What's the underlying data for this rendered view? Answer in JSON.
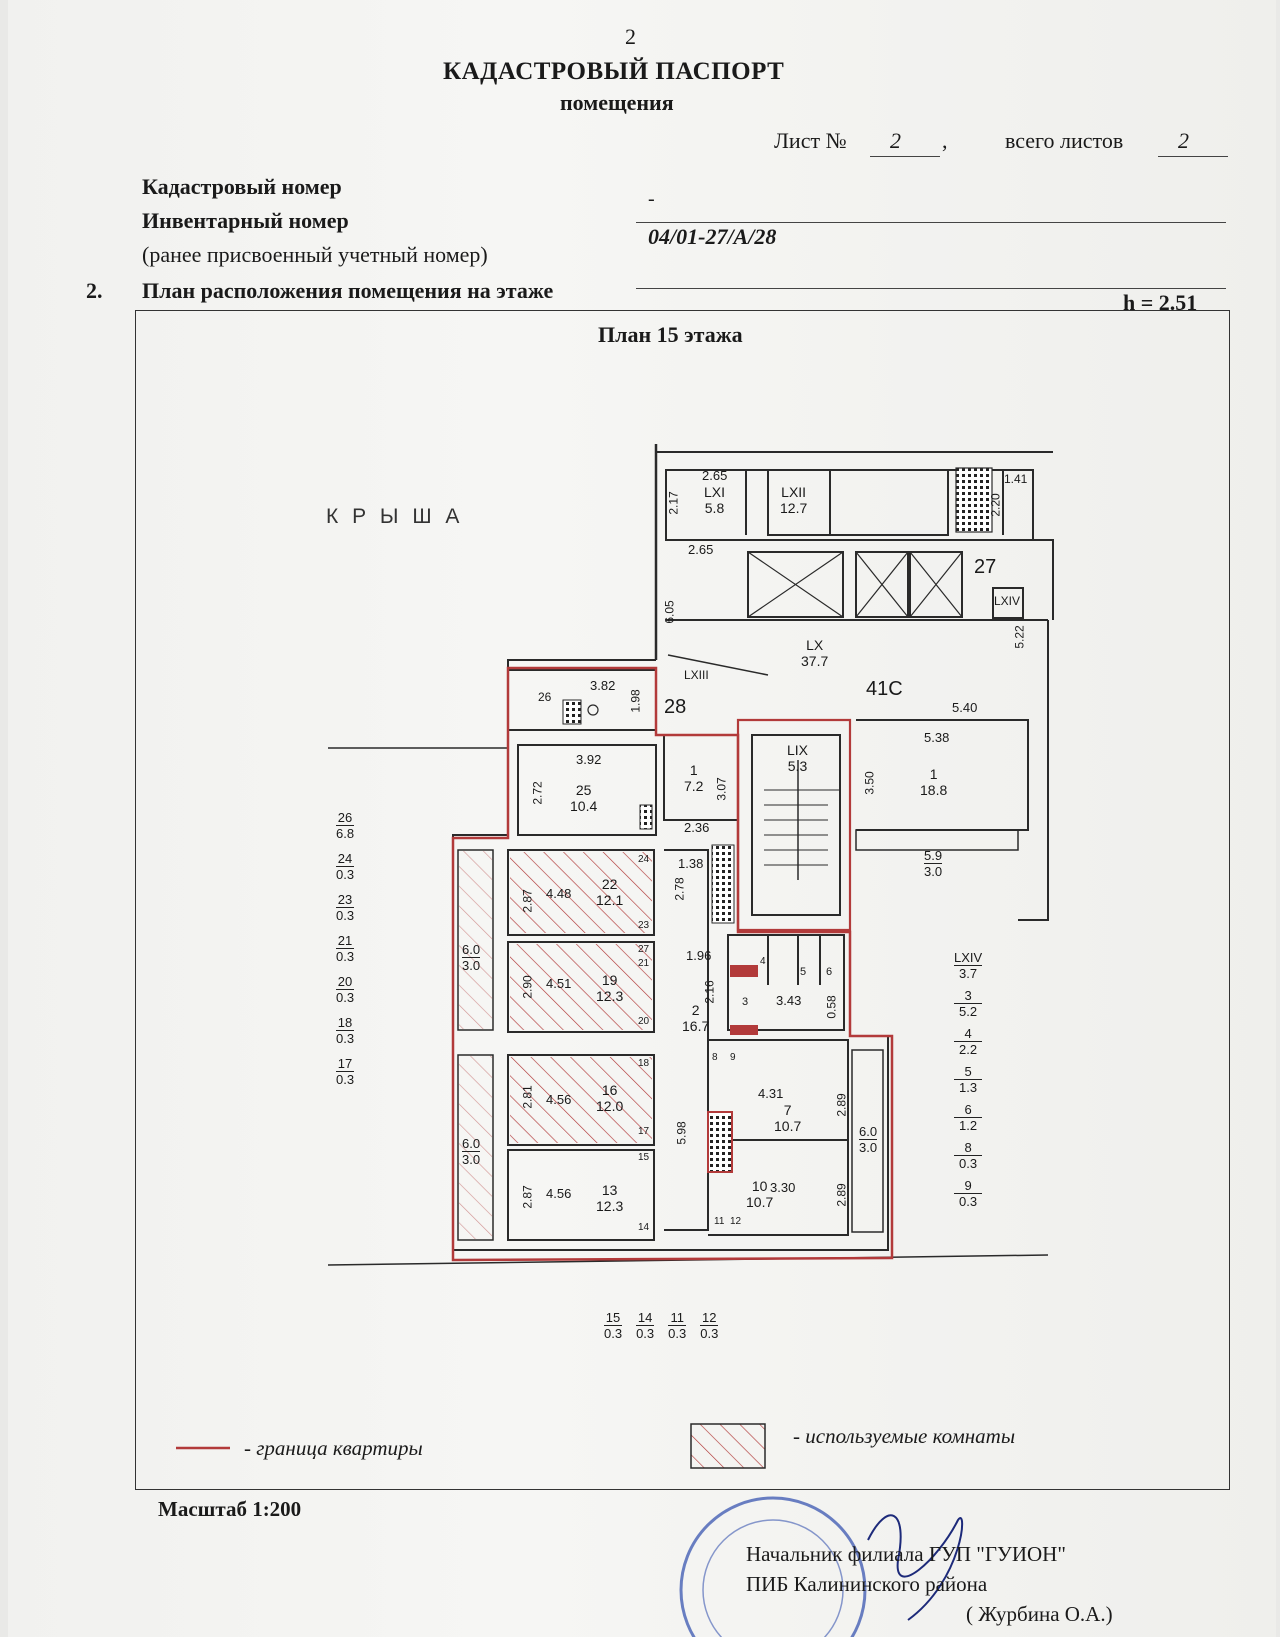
{
  "header": {
    "page_num": "2",
    "title": "КАДАСТРОВЫЙ ПАСПОРТ",
    "subtitle": "помещения",
    "sheet_label": "Лист №",
    "sheet_num": "2",
    "sheet_sep": ",",
    "total_label": "всего листов",
    "total_num": "2"
  },
  "fields": {
    "cadastral_label": "Кадастровый номер",
    "cadastral_value": "-",
    "inventory_label": "Инвентарный номер",
    "inventory_value": "04/01-27/А/28",
    "prev_label": "(ранее присвоенный учетный номер)"
  },
  "section": {
    "num": "2.",
    "label": "План расположения помещения на этаже",
    "height": "h = 2.51"
  },
  "plan": {
    "title": "План 15 этажа",
    "roof": "К Р Ы Ш А",
    "rooms": [
      {
        "id": "r-lxi",
        "label": "LXI",
        "area": "5.8"
      },
      {
        "id": "r-lxii",
        "label": "LXII",
        "area": "12.7"
      },
      {
        "id": "r-lx",
        "label": "LX",
        "area": "37.7"
      },
      {
        "id": "r-lix",
        "label": "LIX",
        "area": "5.3"
      },
      {
        "id": "r-1r",
        "label": "1",
        "area": "18.8"
      },
      {
        "id": "r-1",
        "label": "1",
        "area": "7.2"
      },
      {
        "id": "r-25",
        "label": "25",
        "area": "10.4"
      },
      {
        "id": "r-22",
        "label": "22",
        "area": "12.1"
      },
      {
        "id": "r-19",
        "label": "19",
        "area": "12.3"
      },
      {
        "id": "r-16",
        "label": "16",
        "area": "12.0"
      },
      {
        "id": "r-13",
        "label": "13",
        "area": "12.3"
      },
      {
        "id": "r-2",
        "label": "2",
        "area": "16.7"
      },
      {
        "id": "r-7",
        "label": "7",
        "area": "10.7"
      },
      {
        "id": "r-10",
        "label": "10",
        "area": "10.7"
      }
    ],
    "dims": [
      "2.65",
      "2.17",
      "1.41",
      "2.20",
      "2.65",
      "6.05",
      "3.82",
      "1.98",
      "3.92",
      "2.72",
      "3.07",
      "2.36",
      "5.40",
      "5.38",
      "3.50",
      "5.22",
      "1.38",
      "2.78",
      "2.87",
      "4.48",
      "2.90",
      "4.51",
      "2.81",
      "4.56",
      "2.87",
      "4.56",
      "1.96",
      "2.16",
      "3.43",
      "0.58",
      "5.98",
      "4.31",
      "2.89",
      "2.89",
      "3.30"
    ],
    "marks": [
      "27",
      "28",
      "41С",
      "LXIII",
      "LXIV",
      "26"
    ],
    "left_list": [
      {
        "n": "26",
        "v": "6.8"
      },
      {
        "n": "24",
        "v": "0.3"
      },
      {
        "n": "23",
        "v": "0.3"
      },
      {
        "n": "21",
        "v": "0.3"
      },
      {
        "n": "20",
        "v": "0.3"
      },
      {
        "n": "18",
        "v": "0.3"
      },
      {
        "n": "17",
        "v": "0.3"
      }
    ],
    "right_list": [
      {
        "n": "LXIV",
        "v": "3.7"
      },
      {
        "n": "3",
        "v": "5.2"
      },
      {
        "n": "4",
        "v": "2.2"
      },
      {
        "n": "5",
        "v": "1.3"
      },
      {
        "n": "6",
        "v": "1.2"
      },
      {
        "n": "8",
        "v": "0.3"
      },
      {
        "n": "9",
        "v": "0.3"
      }
    ],
    "bottom_list": [
      {
        "n": "15",
        "v": "0.3"
      },
      {
        "n": "14",
        "v": "0.3"
      },
      {
        "n": "11",
        "v": "0.3"
      },
      {
        "n": "12",
        "v": "0.3"
      }
    ],
    "balconies": [
      {
        "n": "6.0",
        "v": "3.0"
      },
      {
        "n": "6.0",
        "v": "3.0"
      },
      {
        "n": "6.0",
        "v": "3.0"
      },
      {
        "n": "5.9",
        "v": "3.0"
      }
    ],
    "small_nums": [
      "4",
      "5",
      "6",
      "3",
      "8",
      "9",
      "27",
      "24",
      "23",
      "21",
      "20",
      "18",
      "17",
      "15",
      "14",
      "11",
      "12"
    ]
  },
  "legend": {
    "boundary": "- граница квартиры",
    "used": "- используемые комнаты"
  },
  "footer": {
    "scale": "Масштаб  1:200",
    "signer_line1": "Начальник филиала ГУП \"ГУИОН\"",
    "signer_line2": "ПИБ Калининского района",
    "signer_name": "( Журбина О.А.)"
  },
  "colors": {
    "boundary_red": "#b23a3a",
    "ink": "#1a1a1a",
    "plan_line": "#2a2a2a"
  }
}
